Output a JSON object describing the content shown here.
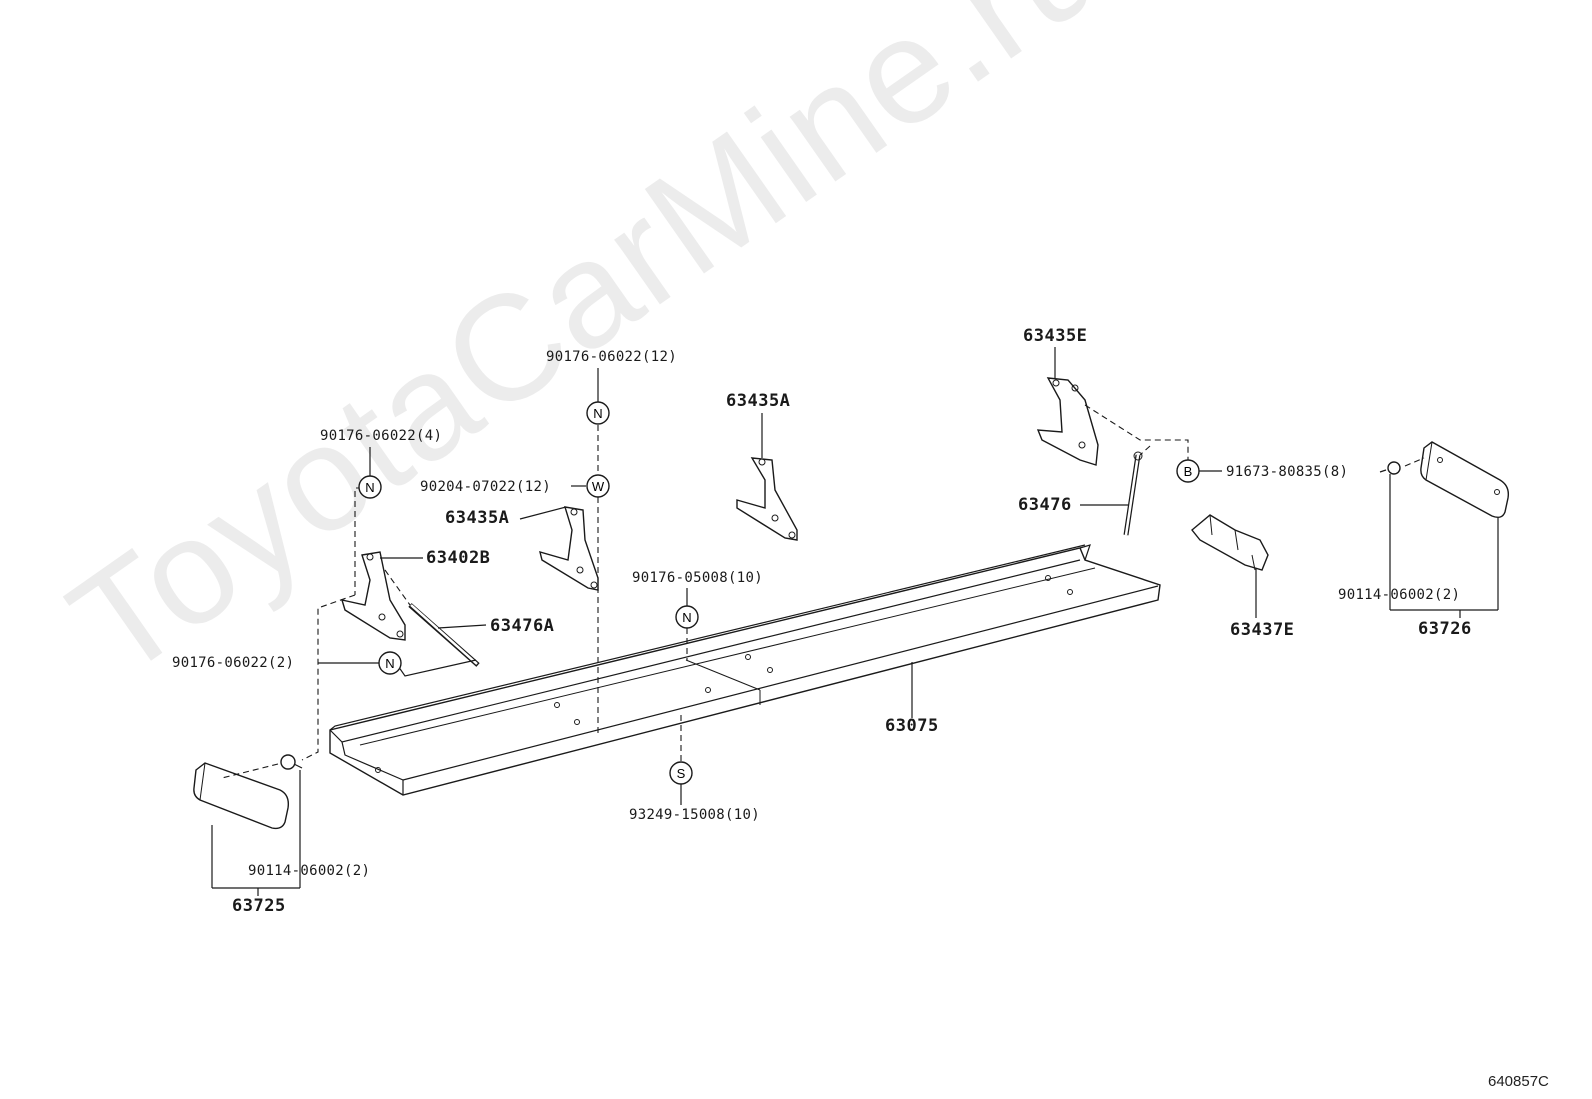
{
  "watermark": "ToyotaCarMine.ru",
  "diagram_code": "640857C",
  "symbols": {
    "nut": "N",
    "washer": "W",
    "bolt": "B",
    "screw": "S"
  },
  "labels": {
    "nut_12": "90176-06022(12)",
    "nut_4": "90176-06022(4)",
    "washer_12": "90204-07022(12)",
    "bracket_a_left": "63435A",
    "bracket_a_right": "63435A",
    "bracket_b": "63402B",
    "stay_a": "63476A",
    "nut_2": "90176-06022(2)",
    "nut_10": "90176-05008(10)",
    "step": "63075",
    "screw_10": "93249-15008(10)",
    "bracket_e": "63435E",
    "stay": "63476",
    "bolt_8": "91673-80835(8)",
    "bracket_e2": "63437E",
    "clip_right": "90114-06002(2)",
    "pad_right": "63726",
    "clip_left": "90114-06002(2)",
    "pad_left": "63725"
  }
}
